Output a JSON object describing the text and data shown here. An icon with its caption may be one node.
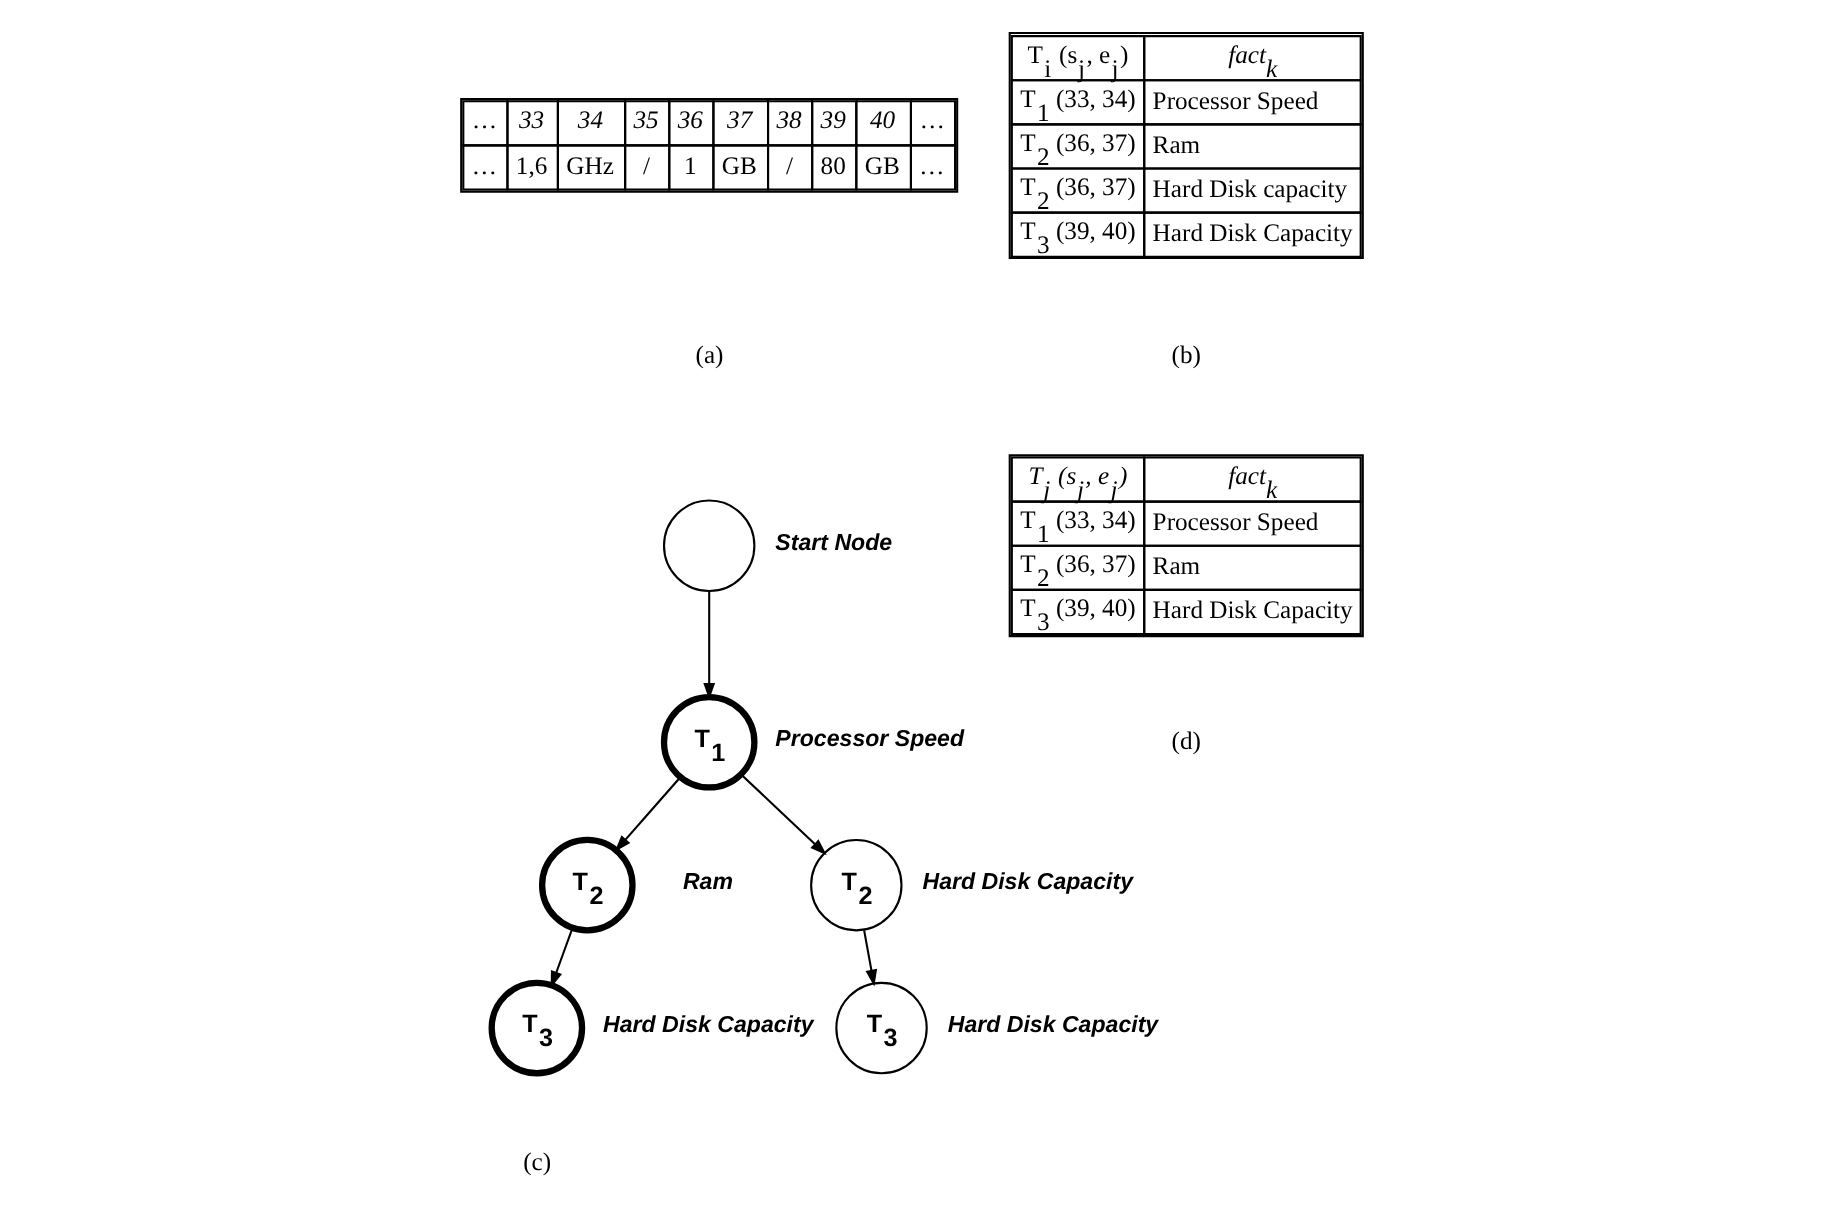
{
  "diagram": {
    "nodes": [
      {
        "text": [],
        "shape": "circle",
        "beside": [
          "Start Node"
        ]
      },
      {
        "text": [
          "T$_{1}$"
        ],
        "beside": [
          "Processor Speed"
        ]
      },
      {
        "text": [
          "T$_{2}$"
        ],
        "beside": [
          "Ram"
        ]
      },
      {
        "text": [
          "T$_{2}$"
        ],
        "beside": [
          "Hard Disk Capacity"
        ]
      },
      {
        "text": [
          "T$_{3}$"
        ],
        "beside": [
          "Hard Disk Capacity"
        ]
      },
      {
        "text": [
          "T$_{3}$"
        ],
        "beside": [
          "Hard Disk Capacity"
        ]
      }
    ],
    "edges": [
      {
        "from": 0,
        "to": 1,
        "arrow": "to"
      },
      {
        "from": 1,
        "to": 2,
        "arrow": "to"
      },
      {
        "from": 1,
        "to": 3,
        "arrow": "to"
      },
      {
        "from": 2,
        "to": 4,
        "arrow": "to"
      },
      {
        "from": 3,
        "to": 5,
        "arrow": "to"
      }
    ],
    "labels": [
      "…",
      "33",
      "34",
      "35",
      "36",
      "37",
      "38",
      "39",
      "40",
      "…",
      "…",
      "1,6",
      "GHz",
      "/",
      "1",
      "GB",
      "/",
      "80",
      "GB",
      "…",
      "(a)",
      "T$_{i}$ (s$_{j}$, e$_{j}$)",
      "fact$_{k}$",
      "T$_{1}$ (33, 34)",
      "Processor Speed",
      "T$_{2}$ (36, 37)",
      "Ram",
      "T$_{2}$ (36, 37)",
      "Hard Disk capacity",
      "T$_{3}$ (39, 40)",
      "Hard Disk Capacity",
      "(b)",
      "(c)",
      "T$_{j}$ (s$_{j}$, e$_{j}$)",
      "fact$_{k}$",
      "T$_{1}$ (33, 34)",
      "Processor Speed",
      "T$_{2}$ (36, 37)",
      "Ram",
      "T$_{3}$ (39, 40)",
      "Hard Disk Capacity",
      "(d)"
    ]
  }
}
